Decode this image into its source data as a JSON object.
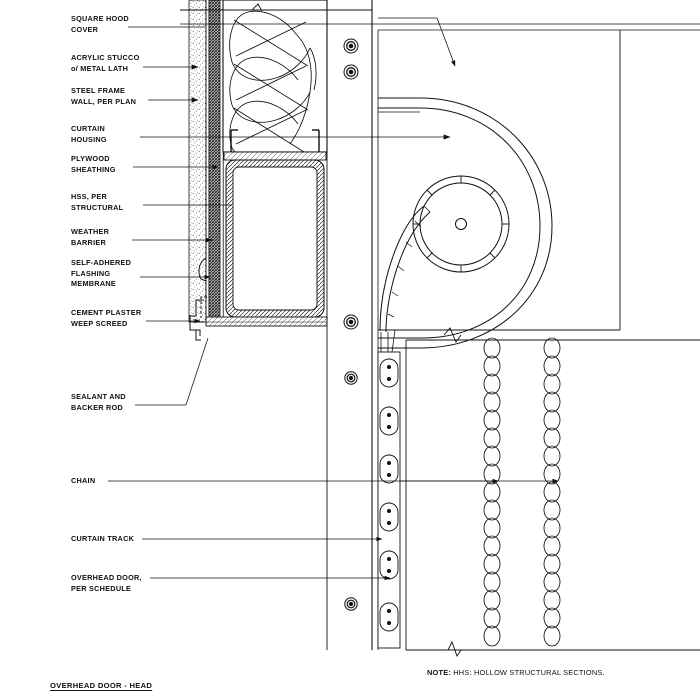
{
  "drawing": {
    "title": "OVERHEAD DOOR - HEAD",
    "note_prefix": "NOTE:",
    "note_text": " HHS: HOLLOW STRUCTURAL SECTIONS."
  },
  "labels": [
    {
      "id": "square-hood-cover",
      "line1": "SQUARE HOOD",
      "line2": "COVER",
      "line3": ""
    },
    {
      "id": "acrylic-stucco",
      "line1": "ACRYLIC STUCCO",
      "line2": "o/ METAL LATH",
      "line3": ""
    },
    {
      "id": "steel-frame-wall",
      "line1": "STEEL FRAME",
      "line2": "WALL, PER PLAN",
      "line3": ""
    },
    {
      "id": "curtain-housing",
      "line1": "CURTAIN",
      "line2": "HOUSING",
      "line3": ""
    },
    {
      "id": "plywood-sheathing",
      "line1": "PLYWOOD",
      "line2": "SHEATHING",
      "line3": ""
    },
    {
      "id": "hss-per-structural",
      "line1": "HSS, PER",
      "line2": "STRUCTURAL",
      "line3": ""
    },
    {
      "id": "weather-barrier",
      "line1": "WEATHER",
      "line2": "BARRIER",
      "line3": ""
    },
    {
      "id": "self-adhered-flashing",
      "line1": "SELF-ADHERED",
      "line2": "FLASHING",
      "line3": "MEMBRANE"
    },
    {
      "id": "cement-plaster-weep",
      "line1": "CEMENT PLASTER",
      "line2": "WEEP SCREED",
      "line3": ""
    },
    {
      "id": "sealant-backer-rod",
      "line1": "SEALANT AND",
      "line2": "BACKER ROD",
      "line3": ""
    },
    {
      "id": "chain",
      "line1": "CHAIN",
      "line2": "",
      "line3": ""
    },
    {
      "id": "curtain-track",
      "line1": "CURTAIN TRACK",
      "line2": "",
      "line3": ""
    },
    {
      "id": "overhead-door",
      "line1": "OVERHEAD DOOR,",
      "line2": "PER SCHEDULE",
      "line3": ""
    }
  ],
  "colors": {
    "line": "#111111",
    "thin": "#444444",
    "background": "#ffffff",
    "hatch": "#333333"
  }
}
